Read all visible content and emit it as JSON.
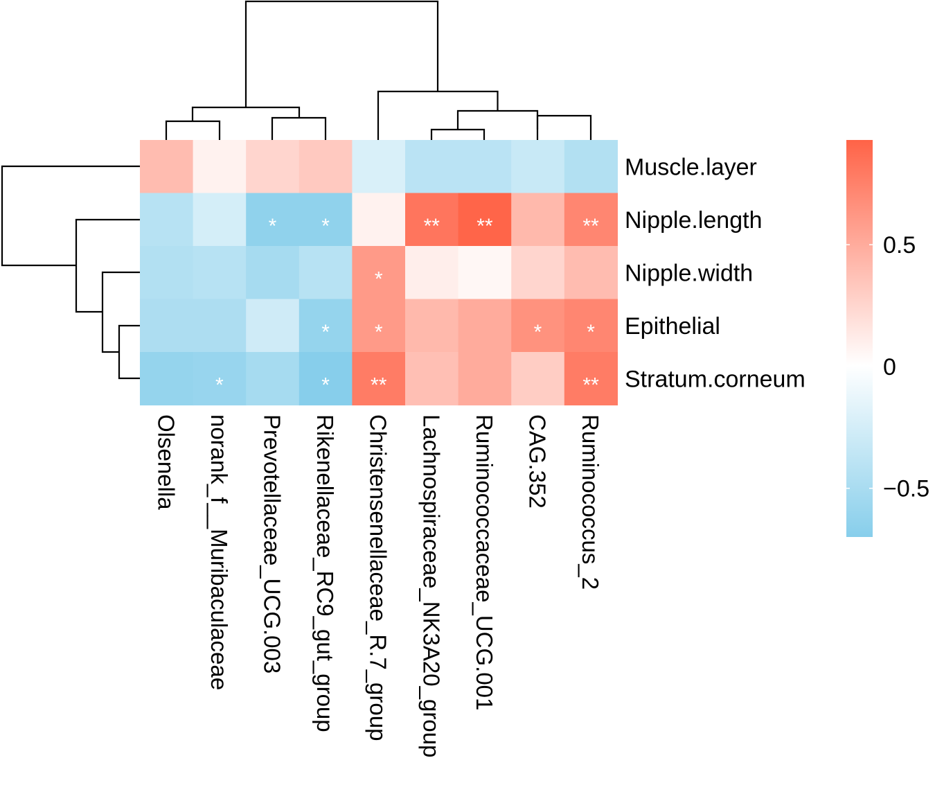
{
  "chart_data": {
    "type": "heatmap",
    "title": "",
    "rows": [
      "Muscle.layer",
      "Nipple.length",
      "Nipple.width",
      "Epithelial",
      "Stratum.corneum"
    ],
    "columns": [
      "Olsenella",
      "norank_f__Muribaculaceae",
      "Prevotellaceae_UCG.003",
      "Rikenellaceae_RC9_gut_group",
      "Christensenellaceae_R.7_group",
      "Lachnospiraceae_NK3A20_group",
      "Ruminococcaceae_UCG.001",
      "CAG.352",
      "Ruminococcus_2"
    ],
    "values": [
      [
        0.4,
        0.08,
        0.25,
        0.32,
        -0.22,
        -0.4,
        -0.4,
        -0.32,
        -0.45
      ],
      [
        -0.42,
        -0.25,
        -0.65,
        -0.65,
        0.08,
        0.82,
        0.92,
        0.42,
        0.72
      ],
      [
        -0.45,
        -0.42,
        -0.52,
        -0.42,
        0.6,
        0.1,
        0.05,
        0.25,
        0.4
      ],
      [
        -0.48,
        -0.48,
        -0.28,
        -0.62,
        0.6,
        0.42,
        0.5,
        0.65,
        0.72
      ],
      [
        -0.62,
        -0.6,
        -0.52,
        -0.7,
        0.78,
        0.38,
        0.5,
        0.3,
        0.78
      ]
    ],
    "significance": [
      [
        "",
        "",
        "",
        "",
        "",
        "",
        "",
        "",
        ""
      ],
      [
        "",
        "",
        "*",
        "*",
        "",
        "**",
        "**",
        "",
        "**"
      ],
      [
        "",
        "",
        "",
        "",
        "*",
        "",
        "",
        "",
        ""
      ],
      [
        "",
        "",
        "",
        "*",
        "*",
        "",
        "",
        "*",
        "*"
      ],
      [
        "",
        "*",
        "",
        "*",
        "**",
        "",
        "",
        "",
        "**"
      ]
    ],
    "color_scale": {
      "low": "#87CEEB",
      "mid": "#FFFFFF",
      "high": "#FF6347",
      "range": [
        -0.7,
        0.93
      ]
    },
    "legend": {
      "ticks": [
        0.5,
        0,
        -0.5
      ],
      "tick_labels": [
        "0.5",
        "0",
        "−0.5"
      ],
      "placement": "right"
    },
    "column_dendrogram": true,
    "row_dendrogram": true
  }
}
